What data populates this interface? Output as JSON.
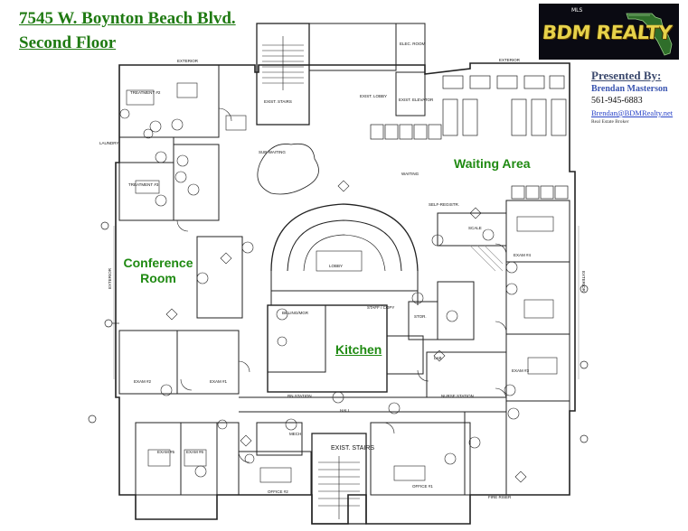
{
  "header": {
    "title_line1": "7545 W. Boynton Beach Blvd.",
    "title_line2": "Second Floor"
  },
  "logo": {
    "text": "BDM REALTY",
    "badges": "MLS"
  },
  "contact": {
    "heading": "Presented By:",
    "name": "Brendan Masterson",
    "phone": "561-945-6883",
    "email": "Brendan@BDMRealty.net",
    "role": "Real Estate Broker"
  },
  "rooms": {
    "waiting_area": "Waiting Area",
    "conference_line1": "Conference",
    "conference_line2": "Room",
    "kitchen": "Kitchen"
  },
  "plan_labels": {
    "exterior": "EXTERIOR",
    "exist_stairs": "EXIST. STAIRS",
    "exist_lobby": "EXIST. LOBBY",
    "elec_room": "ELEC. ROOM",
    "exist_elevator": "EXIST. ELEVATOR",
    "treatment_2": "TREATMENT #2",
    "treatment_3": "TREATMENT #3",
    "sub_waiting": "SUB-WAITING",
    "waiting": "WAITING",
    "self_registr": "SELF-REGISTR.",
    "exam_1": "EXAM #1",
    "exam_2": "EXAM #2",
    "exam_3": "EXAM #3",
    "exam_4": "EXAM #4",
    "exam_5": "EXAM #5",
    "exam_6": "EXAM #6",
    "hall": "HALL",
    "billing_mgr": "BILLING/MGR",
    "staff_copy": "STAFF / COPY",
    "rn_station": "RN STATION",
    "nurse_station": "NURSE STATION",
    "office_1": "OFFICE #1",
    "office_2": "OFFICE #2",
    "stor": "STOR.",
    "lab": "LAB",
    "scale": "SCALE",
    "laundry": "LAUNDRY",
    "mech": "MECH.",
    "fire_riser": "FIRE RISER",
    "lobby_pass": "LOBBY"
  }
}
